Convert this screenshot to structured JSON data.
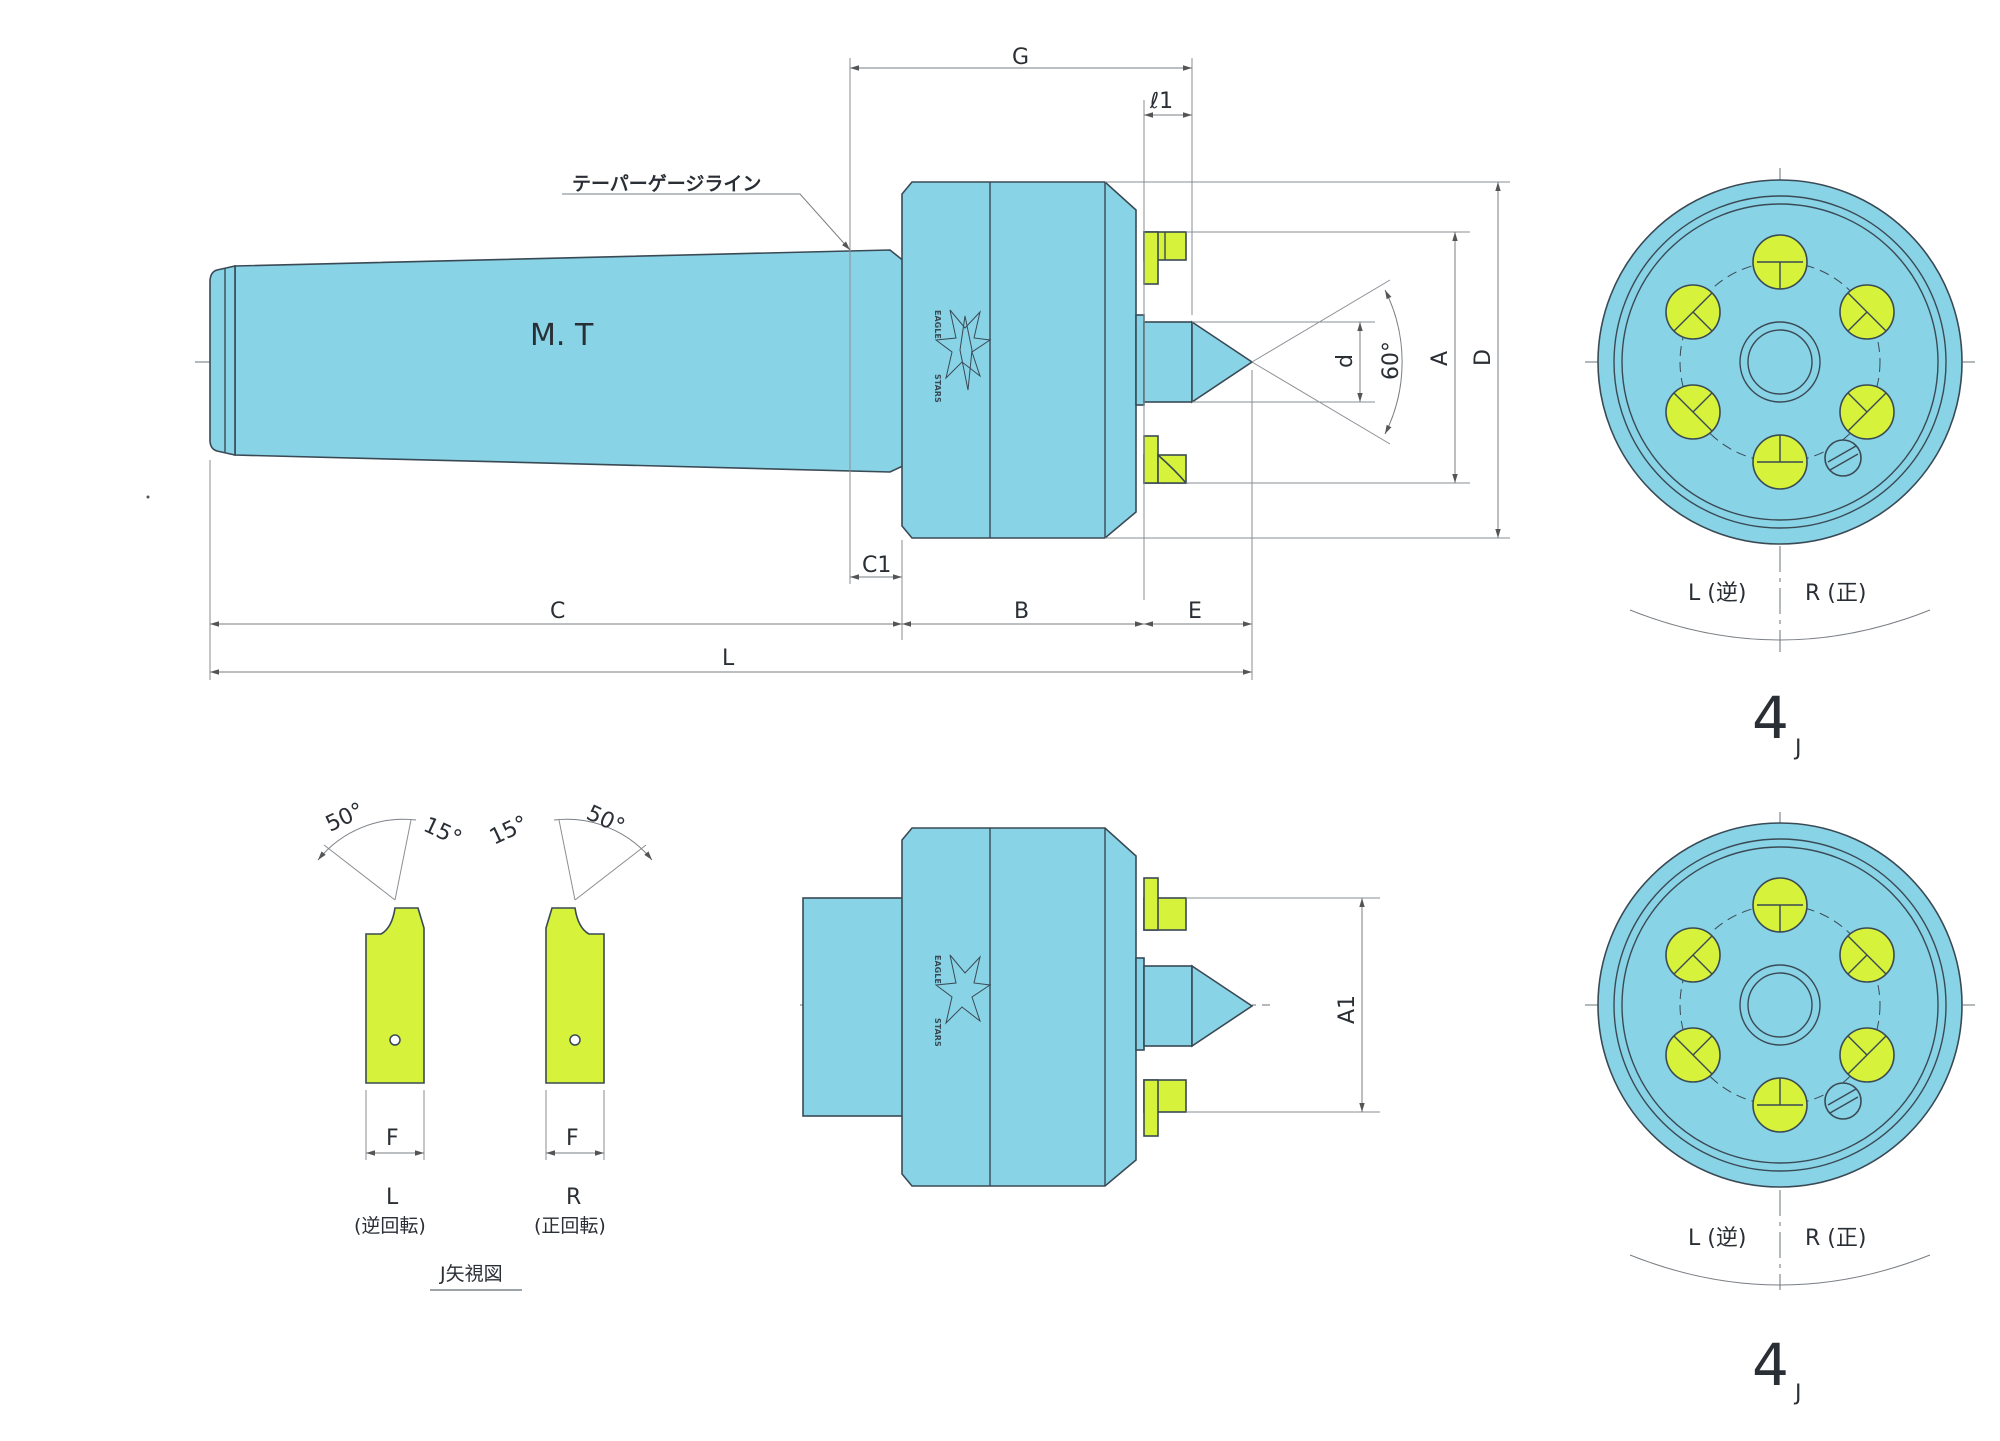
{
  "main_view": {
    "taper_gauge_label": "テーパーゲージライン",
    "shank_label": "M. T",
    "logo_top": "EAGLE",
    "logo_bottom": "STARS",
    "dims": {
      "G": "G",
      "l1": "ℓ1",
      "C1": "C1",
      "C": "C",
      "B": "B",
      "E": "E",
      "L": "L",
      "d": "d",
      "angle": "60°",
      "A": "A",
      "D": "D"
    }
  },
  "face_view_top": {
    "left_label": "L (逆)",
    "right_label": "R (正)",
    "view_number": "4",
    "view_sub": "J"
  },
  "face_view_bottom": {
    "left_label": "L (逆)",
    "right_label": "R (正)",
    "view_number": "4",
    "view_sub": "J"
  },
  "lower_view": {
    "logo_top": "EAGLE",
    "logo_bottom": "STARS",
    "dim_A1": "A1"
  },
  "j_view": {
    "blade_L": {
      "angle_a": "50°",
      "angle_b": "15°",
      "dim": "F",
      "name": "L",
      "desc": "(逆回転)"
    },
    "blade_R": {
      "angle_a": "15°",
      "angle_b": "50°",
      "dim": "F",
      "name": "R",
      "desc": "(正回転)"
    },
    "caption": "J矢視図"
  },
  "colors": {
    "body": "#88d3e6",
    "insert": "#d6f23a",
    "line": "#3a4a55"
  }
}
